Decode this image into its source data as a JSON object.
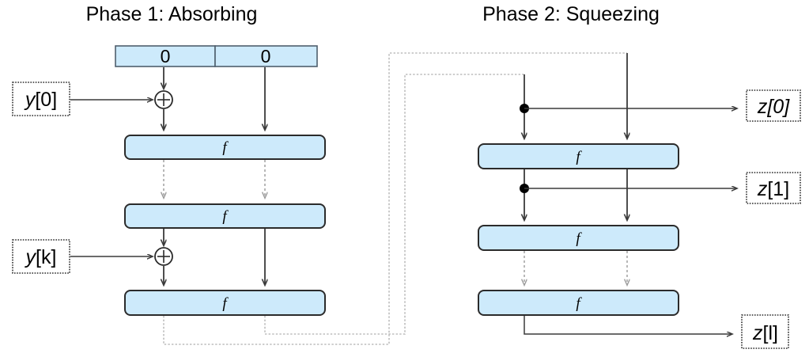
{
  "figure": {
    "title_left": "Phase 1: Absorbing",
    "title_right": "Phase 2: Squeezing",
    "colors": {
      "block_fill": "#cdeafb",
      "block_stroke": "#2b2b2b",
      "solid_arrow": "#3a3a3a",
      "dashed_arrow": "#9a9a9a",
      "feedback_line": "#bdbdbd",
      "background": "#ffffff"
    }
  },
  "phase1": {
    "title": "Phase 1: Absorbing",
    "initial_state": {
      "rate_value": "0",
      "capacity_value": "0"
    },
    "inputs": [
      {
        "label": "y[0]",
        "var": "y",
        "index": "[0]"
      },
      {
        "label": "y[k]",
        "var": "y",
        "index": "[k]"
      }
    ],
    "permutations": [
      {
        "label": "f"
      },
      {
        "label": "f"
      },
      {
        "label": "f"
      }
    ],
    "xor_symbol": "+",
    "ellipsis_note": "dashed"
  },
  "phase2": {
    "title": "Phase 2: Squeezing",
    "permutations": [
      {
        "label": "f"
      },
      {
        "label": "f"
      },
      {
        "label": "f"
      }
    ],
    "outputs": [
      {
        "label": "z[0]",
        "var": "z",
        "index": "[0]"
      },
      {
        "label": "z[1]",
        "var": "z",
        "index": "[1]"
      },
      {
        "label": "z[l]",
        "var": "z",
        "index": "[l]"
      }
    ]
  }
}
